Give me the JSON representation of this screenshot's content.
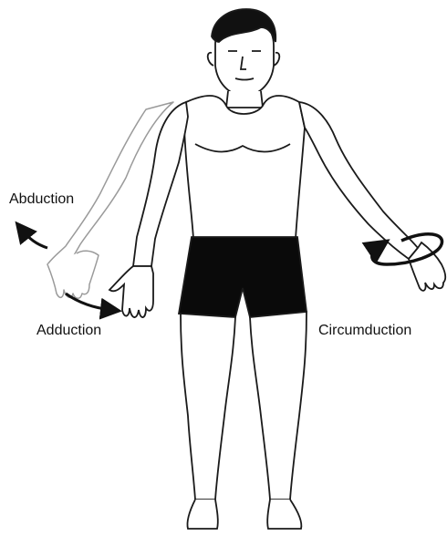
{
  "labels": {
    "abduction": "Abduction",
    "adduction": "Adduction",
    "circumduction": "Circumduction"
  },
  "colors": {
    "outline": "#1a1a1a",
    "shorts": "#0a0a0a",
    "skin": "#ffffff",
    "ghost_arm": "#9a9a9a",
    "arrow": "#111111"
  },
  "icons": {
    "abduction_arrow": "curved-arrow-up-left",
    "adduction_arrow": "curved-arrow-right",
    "circumduction_arrow": "elliptical-arrow"
  }
}
